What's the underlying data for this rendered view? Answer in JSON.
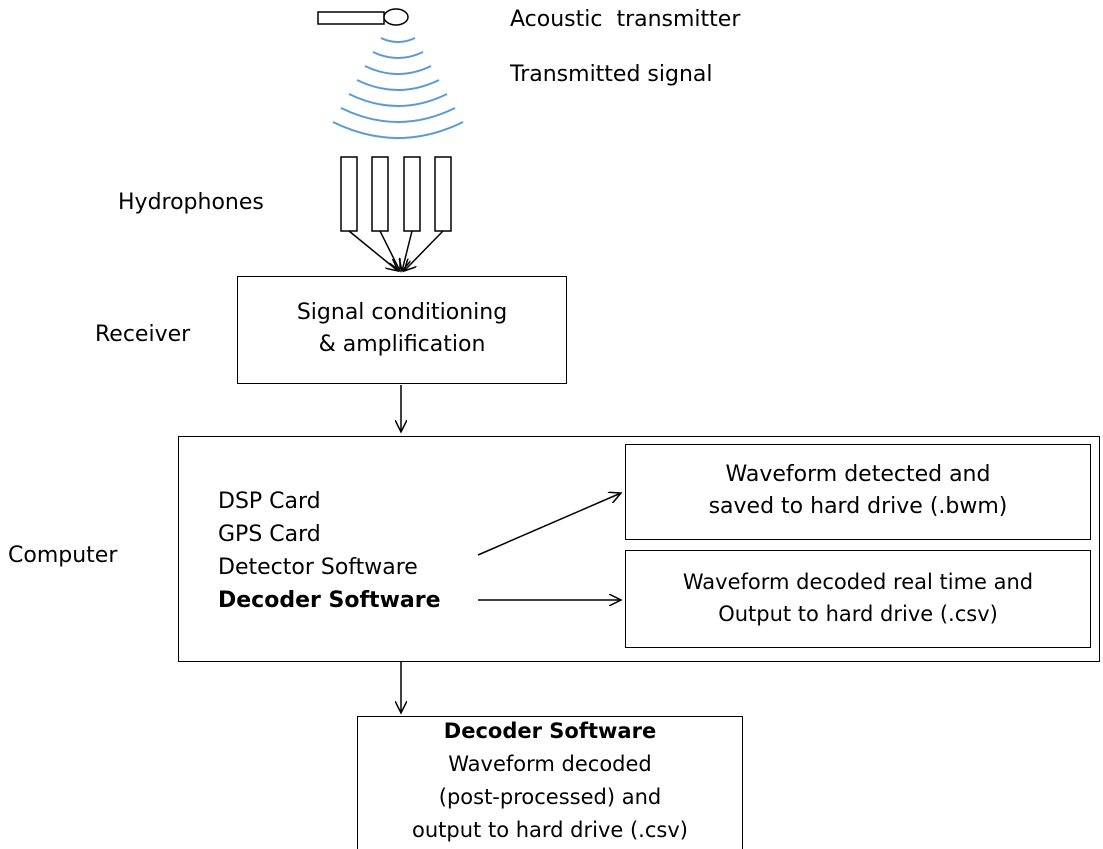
{
  "labels": {
    "acoustic_transmitter": "Acoustic  transmitter",
    "transmitted_signal": "Transmitted signal",
    "hydrophones": "Hydrophones",
    "receiver": "Receiver",
    "computer": "Computer"
  },
  "receiver_box": {
    "line1": "Signal conditioning",
    "line2": "& amplification"
  },
  "computer_box": {
    "items": [
      "DSP Card",
      "GPS Card",
      "Detector Software"
    ],
    "decoder": "Decoder Software"
  },
  "waveform_detected_box": {
    "line1": "Waveform detected and",
    "line2": "saved to hard drive (.bwm)"
  },
  "waveform_realtime_box": {
    "line1": "Waveform decoded real time and",
    "line2": "Output to hard drive (.csv)"
  },
  "postprocess_box": {
    "title": "Decoder Software",
    "line1": "Waveform decoded",
    "line2": "(post-processed) and",
    "line3": "output to hard drive (.csv)"
  },
  "colors": {
    "signal_waves": "#5b9bd5",
    "line": "#000000"
  },
  "icons": {
    "transmitter": "transmitter-icon",
    "hydrophones": "hydrophone-icon"
  }
}
